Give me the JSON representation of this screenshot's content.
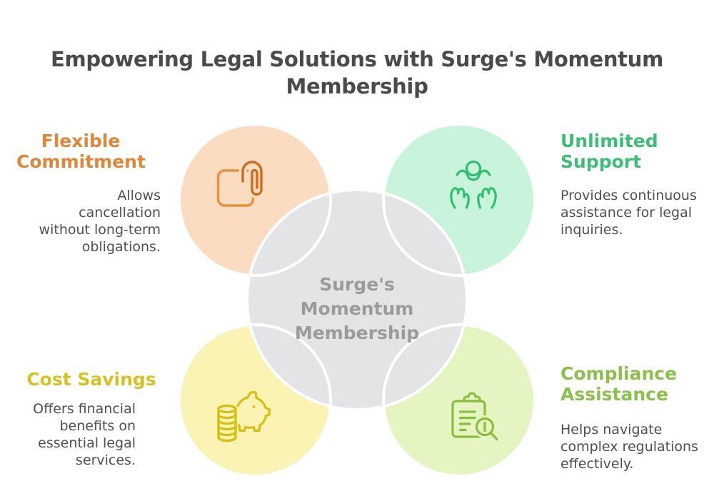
{
  "title": {
    "line1": "Empowering Legal Solutions with Surge's Momentum",
    "line2": "Membership",
    "color": "#4a4a4a"
  },
  "center": {
    "lines": [
      "Surge's",
      "Momentum",
      "Membership"
    ],
    "circle_fill": "#e4e3e6",
    "text_color": "#9b9b9d"
  },
  "circle_outline_color": "#ffffff",
  "body_text_color": "#4f4f4f",
  "quadrants": [
    {
      "name": "Flexible Commitment",
      "heading_lines": [
        "Flexible",
        "Commitment"
      ],
      "heading_color": "#e0863b",
      "body_lines": [
        "Allows cancellation",
        "without long-term",
        "obligations."
      ],
      "circle_fill": "#fbdcc1",
      "icon": "attachment-icon",
      "icon_colors": {
        "note": "#e5913d",
        "clip": "#cc6c20"
      }
    },
    {
      "name": "Unlimited Support",
      "heading_lines": [
        "Unlimited",
        "Support"
      ],
      "heading_color": "#3bbf76",
      "body_lines": [
        "Provides continuous",
        "assistance for legal",
        "inquiries."
      ],
      "circle_fill": "#c9f4dc",
      "icon": "support-icon",
      "icon_colors": {
        "stroke": "#2dc06e"
      }
    },
    {
      "name": "Cost Savings",
      "heading_lines": [
        "Cost Savings"
      ],
      "heading_color": "#d7c223",
      "body_lines": [
        "Offers financial",
        "benefits on",
        "essential legal",
        "services."
      ],
      "circle_fill": "#faf3b3",
      "icon": "piggy-bank-icon",
      "icon_colors": {
        "stroke": "#d6bf12"
      }
    },
    {
      "name": "Compliance Assistance",
      "heading_lines": [
        "Compliance",
        "Assistance"
      ],
      "heading_color": "#8cc04c",
      "body_lines": [
        "Helps navigate",
        "complex regulations",
        "effectively."
      ],
      "circle_fill": "#e4f5c1",
      "icon": "clipboard-magnifier-icon",
      "icon_colors": {
        "stroke": "#8cbc3e"
      }
    }
  ]
}
